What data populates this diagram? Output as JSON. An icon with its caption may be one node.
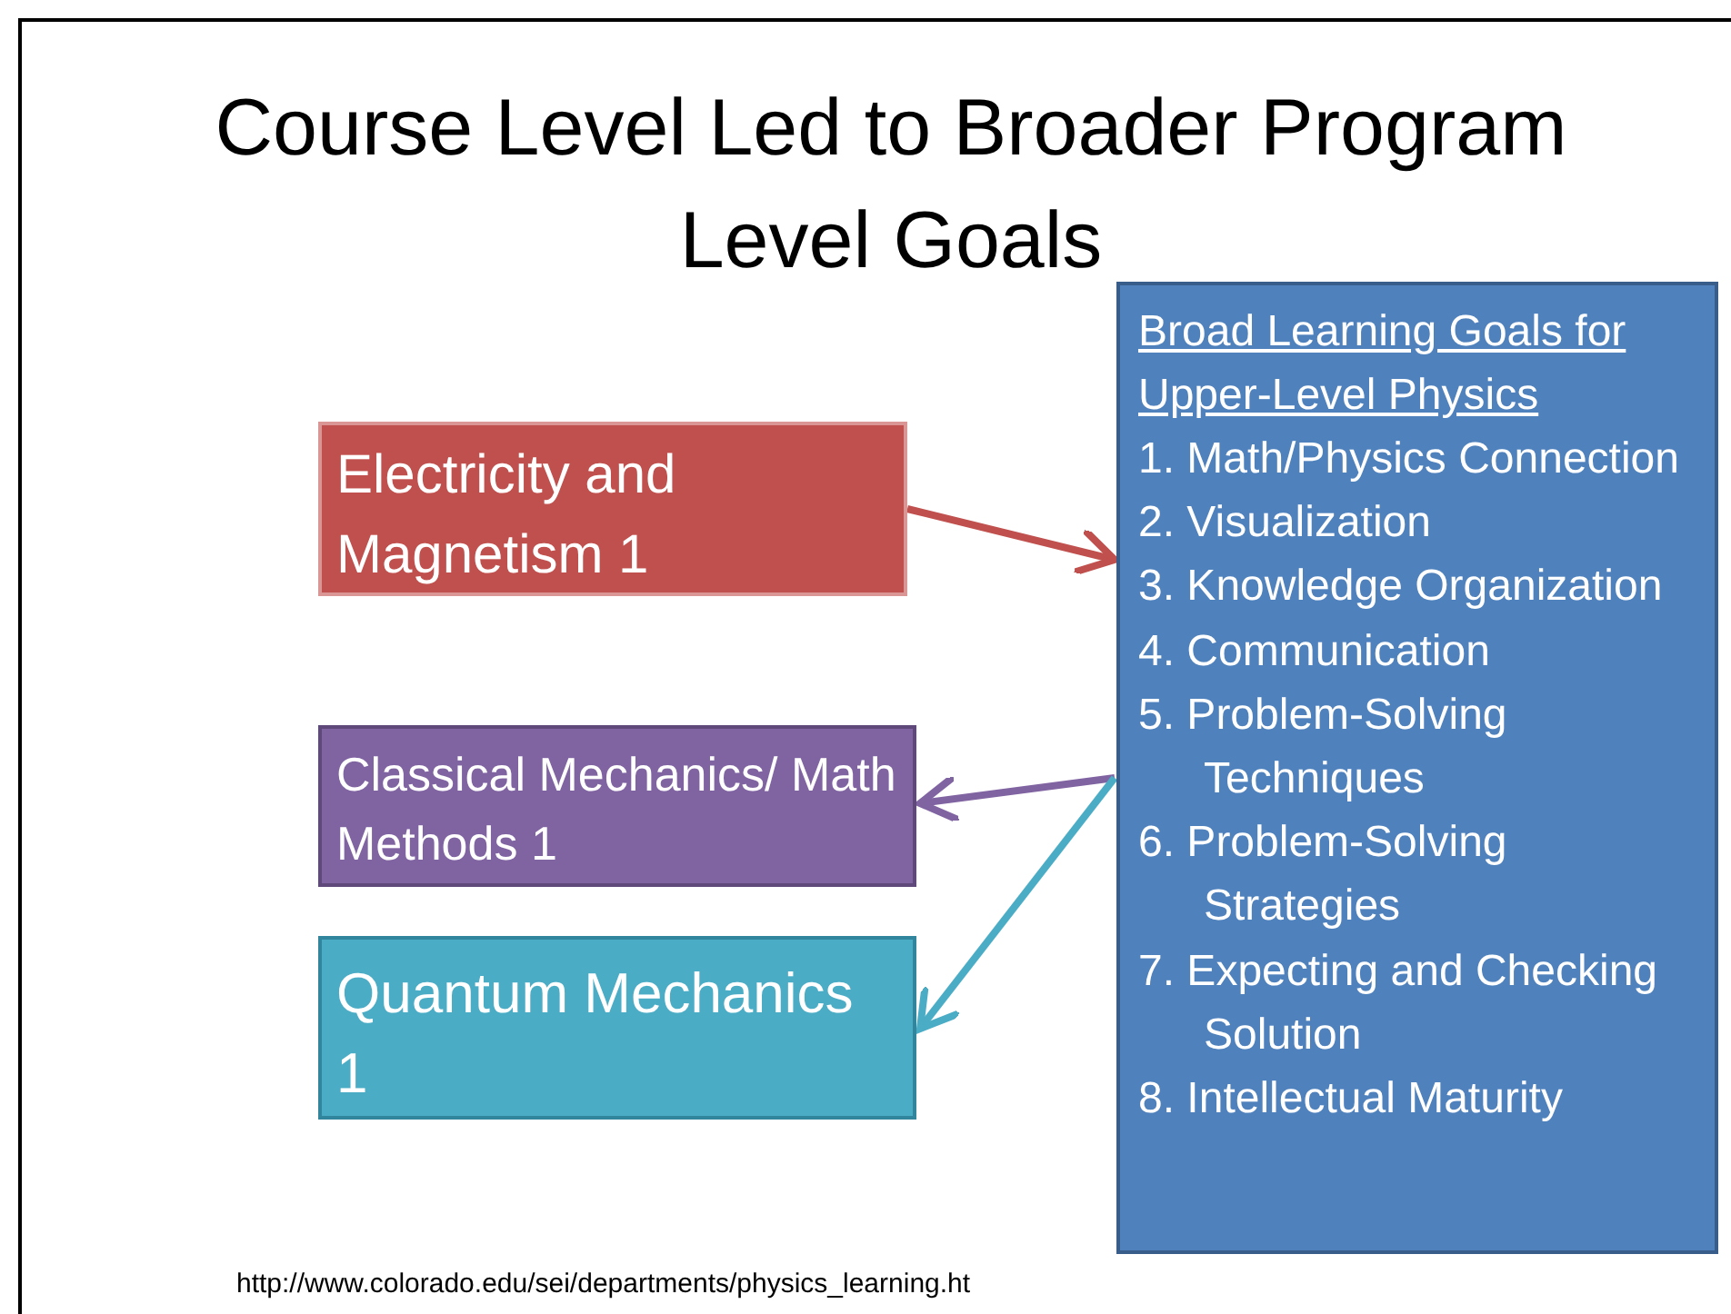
{
  "diagram": {
    "title": "Course Level Led to Broader Program Level Goals",
    "nodes": [
      {
        "text": [
          "Broad Learning Goals for Upper-Level Physics",
          "1. Math/Physics Connection",
          "2. Visualization",
          "3. Knowledge Organization",
          "4. Communication",
          "5. Problem-Solving Techniques",
          "6. Problem-Solving Strategies",
          "7. Expecting and Checking Solution",
          "8. Intellectual Maturity"
        ]
      },
      {
        "text": [
          "Electricity and Magnetism 1"
        ]
      },
      {
        "text": [
          "Classical Mechanics/ Math Methods 1"
        ]
      },
      {
        "text": [
          "Quantum Mechanics 1"
        ]
      }
    ],
    "edges": [
      {
        "from": 1,
        "to": 0,
        "arrow": "to",
        "color": "#c0504d"
      },
      {
        "from": 0,
        "to": 2,
        "arrow": "to",
        "color": "#8064a2"
      },
      {
        "from": 0,
        "to": 3,
        "arrow": "to",
        "color": "#4bacc6"
      }
    ],
    "labels": [
      "http://www.colorado.edu/sei/departments/physics_learning.ht"
    ]
  }
}
